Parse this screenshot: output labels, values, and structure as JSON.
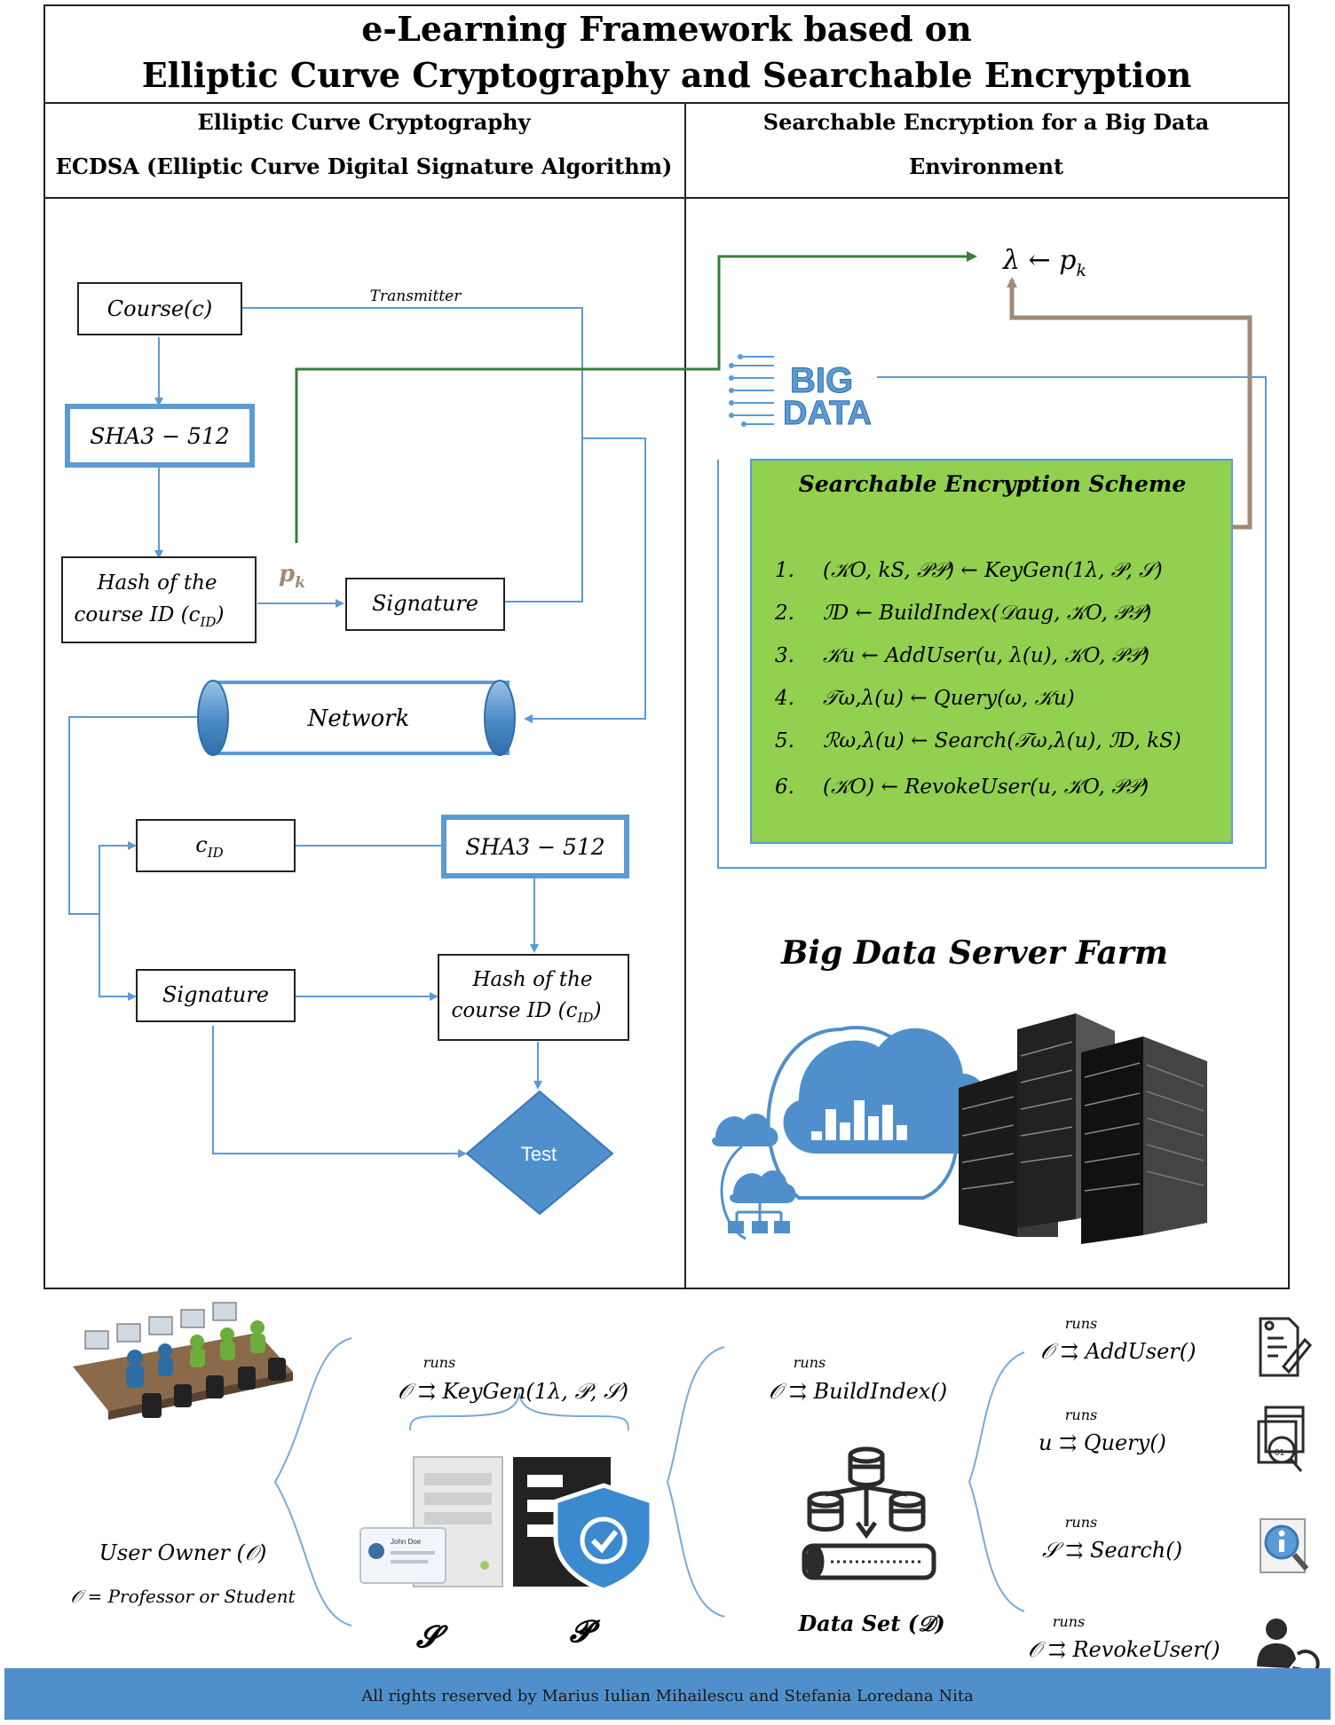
{
  "title": {
    "line1": "e-Learning Framework based on",
    "line2": "Elliptic Curve Cryptography and Searchable Encryption"
  },
  "left_header": {
    "line1": "Elliptic Curve Cryptography",
    "line2": "ECDSA (Elliptic Curve Digital Signature Algorithm)"
  },
  "right_header": {
    "line1": "Searchable Encryption for a Big Data",
    "line2": "Environment"
  },
  "flow": {
    "course": "Course(c)",
    "transmitter": "Transmitter",
    "sha_top": "SHA3 − 512",
    "hash_top_1": "Hash of the",
    "hash_top_2": "course ID (c",
    "hash_top_sub": "ID",
    "hash_top_end": ")",
    "pk": "p",
    "pk_sub": "k",
    "signature_top": "Signature",
    "network": "Network",
    "cid": "c",
    "cid_sub": "ID",
    "sha_bottom": "SHA3 − 512",
    "signature_bottom": "Signature",
    "hash_bottom_1": "Hash of the",
    "hash_bottom_2": "course ID (c",
    "hash_bottom_sub": "ID",
    "hash_bottom_end": ")",
    "test": "Test"
  },
  "lambda_label": "λ ← p",
  "lambda_sub": "k",
  "big_data_logo": {
    "line1": "BIG",
    "line2": "DATA"
  },
  "scheme": {
    "title": "Searchable Encryption Scheme",
    "steps": [
      {
        "num": "1.",
        "text": "(𝒦O, kS, 𝒫𝒫) ← KeyGen(1λ, 𝒫, 𝒮)"
      },
      {
        "num": "2.",
        "text": "ℐD ← BuildIndex(𝒟aug, 𝒦O, 𝒫𝒫)"
      },
      {
        "num": "3.",
        "text": "𝒦u ← AddUser(u, λ(u), 𝒦O, 𝒫𝒫)"
      },
      {
        "num": "4.",
        "text": "𝒯ω,λ(u) ← Query(ω, 𝒦u)"
      },
      {
        "num": "5.",
        "text": "ℛω,λ(u) ← Search(𝒯ω,λ(u), ℐD, kS)"
      },
      {
        "num": "6.",
        "text": "(𝒦O) ← RevokeUser(u, 𝒦O, 𝒫𝒫)"
      }
    ]
  },
  "server_farm_title": "Big Data Server Farm",
  "bottom": {
    "user_owner": "User Owner (𝒪)",
    "owner_def": "𝒪 = Professor or Student",
    "runs": "runs",
    "keygen": "𝒪 ⇉ KeyGen(1λ, 𝒫, 𝒮)",
    "buildindex": "𝒪 ⇉ BuildIndex()",
    "adduser": "𝒪 ⇉ AddUser()",
    "query": "u ⇉ Query()",
    "search": "𝒮 ⇉ Search()",
    "revokeuser": "𝒪 ⇉ RevokeUser()",
    "s_label": "𝓢",
    "p_label": "𝓟",
    "dataset": "Data Set (𝒟)",
    "id_card": "John Doe",
    "footer": "All rights reserved by Marius Iulian Mihailescu and Stefania Loredana Nita"
  },
  "colors": {
    "flow_blue": "#5b9bd5",
    "scheme_green": "#92d050",
    "dark_green_arrow": "#3a7d3a",
    "brown_arrow": "#a08a76",
    "footer_blue": "#4f90cc",
    "icon_dark": "#2b2b2b"
  }
}
